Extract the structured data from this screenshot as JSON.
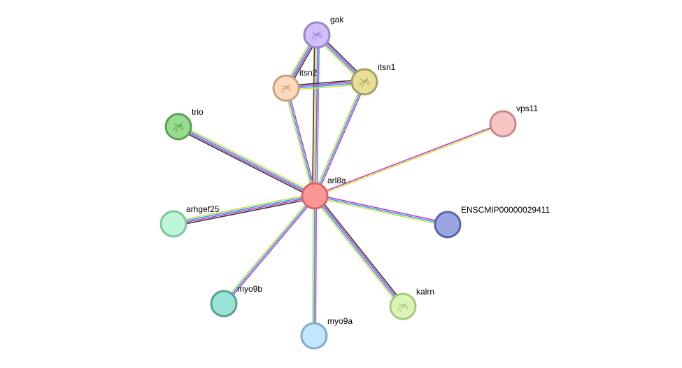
{
  "network": {
    "nodes": [
      {
        "id": "arl8a",
        "label": "arl8a",
        "fill": "#ff9696",
        "stroke": "#d86565",
        "icon": "none"
      },
      {
        "id": "gak",
        "label": "gak",
        "fill": "#d2beff",
        "stroke": "#9a86c8",
        "icon": "protein-structure-icon"
      },
      {
        "id": "itsn2",
        "label": "itsn2",
        "fill": "#ffd9bc",
        "stroke": "#c9a27e",
        "icon": "protein-structure-icon"
      },
      {
        "id": "itsn1",
        "label": "itsn1",
        "fill": "#e8e09a",
        "stroke": "#a8a05e",
        "icon": "protein-structure-icon"
      },
      {
        "id": "trio",
        "label": "trio",
        "fill": "#98dc8e",
        "stroke": "#5aa052",
        "icon": "protein-structure-icon"
      },
      {
        "id": "vps11",
        "label": "vps11",
        "fill": "#f8c4c4",
        "stroke": "#c98a8a",
        "icon": "none"
      },
      {
        "id": "arhgef25",
        "label": "arhgef25",
        "fill": "#bff5d8",
        "stroke": "#7fc7a0",
        "icon": "none"
      },
      {
        "id": "ENSCMIP00000029411",
        "label": "ENSCMIP00000029411",
        "fill": "#9aa6e2",
        "stroke": "#5a64a6",
        "icon": "none"
      },
      {
        "id": "myo9b",
        "label": "myo9b",
        "fill": "#98e2d6",
        "stroke": "#56a296",
        "icon": "none"
      },
      {
        "id": "kalrn",
        "label": "kalrn",
        "fill": "#dbf6b4",
        "stroke": "#a6c880",
        "icon": "protein-structure-icon"
      },
      {
        "id": "myo9a",
        "label": "myo9a",
        "fill": "#c2e6fb",
        "stroke": "#7eaecb",
        "icon": "none"
      }
    ],
    "edges": [
      {
        "source": "arl8a",
        "target": "gak",
        "colors": [
          "#3a3a3a",
          "#d0e040",
          "#c040c0",
          "#30a0ff"
        ]
      },
      {
        "source": "arl8a",
        "target": "itsn2",
        "colors": [
          "#d0e040",
          "#30a0ff",
          "#c040c0"
        ]
      },
      {
        "source": "arl8a",
        "target": "itsn1",
        "colors": [
          "#d0e040",
          "#30a0ff",
          "#c040c0"
        ]
      },
      {
        "source": "arl8a",
        "target": "trio",
        "colors": [
          "#3a3a3a",
          "#c040c0",
          "#30a0ff",
          "#d0e040"
        ]
      },
      {
        "source": "arl8a",
        "target": "vps11",
        "colors": [
          "#c040c0",
          "#d0e040"
        ]
      },
      {
        "source": "arl8a",
        "target": "arhgef25",
        "colors": [
          "#3a3a3a",
          "#c040c0",
          "#30a0ff",
          "#d0e040"
        ]
      },
      {
        "source": "arl8a",
        "target": "ENSCMIP00000029411",
        "colors": [
          "#c040c0",
          "#30a0ff",
          "#d0e040"
        ]
      },
      {
        "source": "arl8a",
        "target": "myo9b",
        "colors": [
          "#c040c0",
          "#30a0ff",
          "#d0e040"
        ]
      },
      {
        "source": "arl8a",
        "target": "kalrn",
        "colors": [
          "#3a3a3a",
          "#c040c0",
          "#30a0ff",
          "#d0e040"
        ]
      },
      {
        "source": "arl8a",
        "target": "myo9a",
        "colors": [
          "#c040c0",
          "#30a0ff",
          "#d0e040"
        ]
      },
      {
        "source": "gak",
        "target": "itsn2",
        "colors": [
          "#3a3a3a",
          "#c040c0",
          "#30a0ff",
          "#d0e040"
        ]
      },
      {
        "source": "gak",
        "target": "itsn1",
        "colors": [
          "#3a3a3a",
          "#c040c0",
          "#30a0ff",
          "#d0e040"
        ]
      },
      {
        "source": "itsn2",
        "target": "itsn1",
        "colors": [
          "#3a3a3a",
          "#c040c0",
          "#30a0ff",
          "#d0e040"
        ]
      }
    ]
  }
}
